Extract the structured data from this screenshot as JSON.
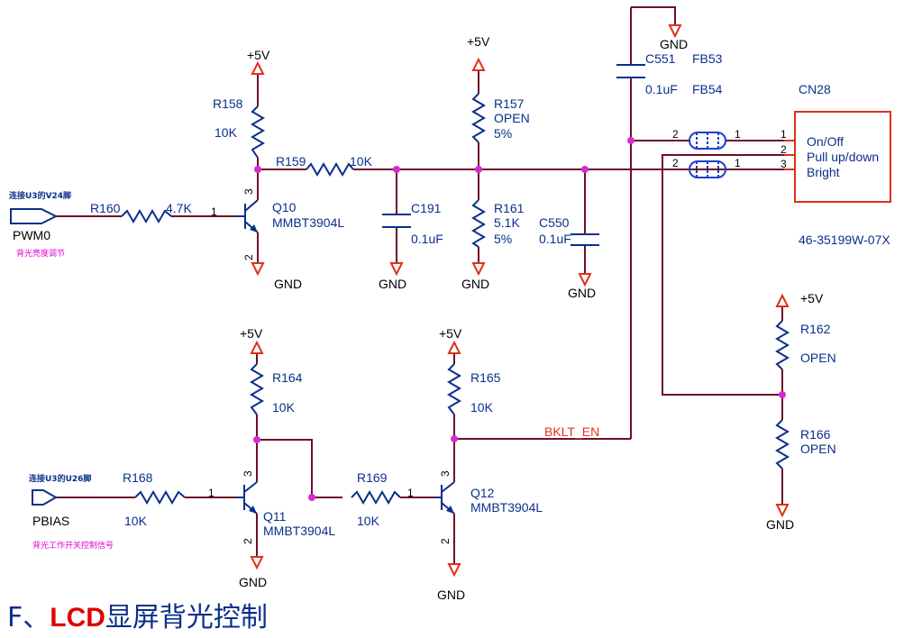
{
  "caption": {
    "prefix": "F、",
    "highlight": "LCD",
    "suffix": "显屏背光控制"
  },
  "power": {
    "vcc": "+5V",
    "gnd": "GND"
  },
  "ports": {
    "pwm": {
      "name": "PWM0",
      "note_top": "连接U3的V24脚",
      "note_bottom": "背光亮度调节"
    },
    "pbias": {
      "name": "PBIAS",
      "note_top": "连接U3的U26脚",
      "note_bottom": "背光工作开关控制信号"
    }
  },
  "resistors": {
    "r158": {
      "ref": "R158",
      "value": "10K"
    },
    "r159": {
      "ref": "R159",
      "value": "10K"
    },
    "r160": {
      "ref": "R160",
      "value": "4.7K"
    },
    "r157": {
      "ref": "R157",
      "value": "OPEN",
      "tol": "5%"
    },
    "r161": {
      "ref": "R161",
      "value": "5.1K",
      "tol": "5%"
    },
    "r162": {
      "ref": "R162",
      "value": "OPEN"
    },
    "r166": {
      "ref": "R166",
      "value": "OPEN"
    },
    "r164": {
      "ref": "R164",
      "value": "10K"
    },
    "r165": {
      "ref": "R165",
      "value": "10K"
    },
    "r168": {
      "ref": "R168",
      "value": "10K"
    },
    "r169": {
      "ref": "R169",
      "value": "10K"
    }
  },
  "capacitors": {
    "c191": {
      "ref": "C191",
      "value": "0.1uF"
    },
    "c550": {
      "ref": "C550",
      "value": "0.1uF"
    },
    "c551": {
      "ref": "C551",
      "value": "0.1uF"
    }
  },
  "transistors": {
    "q10": {
      "ref": "Q10",
      "part": "MMBT3904L"
    },
    "q11": {
      "ref": "Q11",
      "part": "MMBT3904L"
    },
    "q12": {
      "ref": "Q12",
      "part": "MMBT3904L"
    }
  },
  "ferrites": {
    "fb53": "FB53",
    "fb54": "FB54"
  },
  "connector": {
    "ref": "CN28",
    "part": "46-35199W-07X",
    "pins": [
      "On/Off",
      "Pull up/down",
      "Bright"
    ]
  },
  "nets": {
    "bklt_en": "BKLT_EN"
  },
  "pin_numbers": {
    "one": "1",
    "two": "2",
    "three": "3"
  }
}
